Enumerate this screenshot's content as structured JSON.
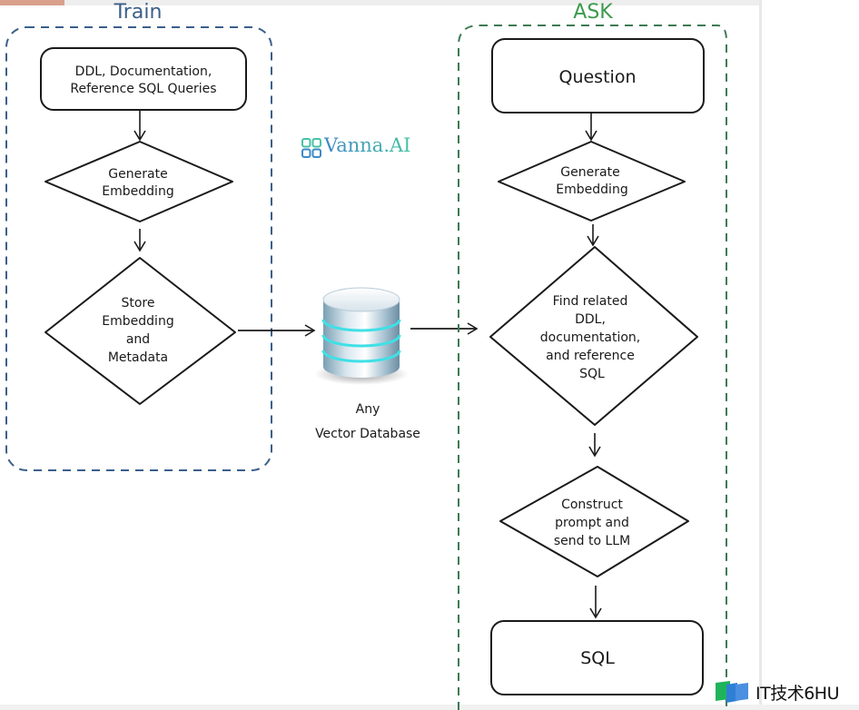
{
  "train": {
    "title": "Train",
    "color": "#3b5f8a",
    "input_box": [
      "DDL, Documentation,",
      "Reference SQL Queries"
    ],
    "step_generate": [
      "Generate",
      "Embedding"
    ],
    "step_store": [
      "Store",
      "Embedding",
      "and",
      "Metadata"
    ]
  },
  "ask": {
    "title": "ASK",
    "color": "#3d9a4c",
    "question_box": "Question",
    "step_generate": [
      "Generate",
      "Embedding"
    ],
    "step_find": [
      "Find related",
      "DDL,",
      "documentation,",
      "and reference",
      "SQL"
    ],
    "step_construct": [
      "Construct",
      "prompt and",
      "send to LLM"
    ],
    "output_box": "SQL"
  },
  "database": {
    "icon": "database-cylinder-icon",
    "label": [
      "Any",
      "Vector Database"
    ]
  },
  "brand": {
    "icon": "vanna-grid-logo-icon",
    "name": "Vanna.AI"
  },
  "watermark": {
    "icon": "book-logo-icon",
    "text": "IT技术6HU"
  },
  "progress": {
    "fraction": 0.085
  }
}
